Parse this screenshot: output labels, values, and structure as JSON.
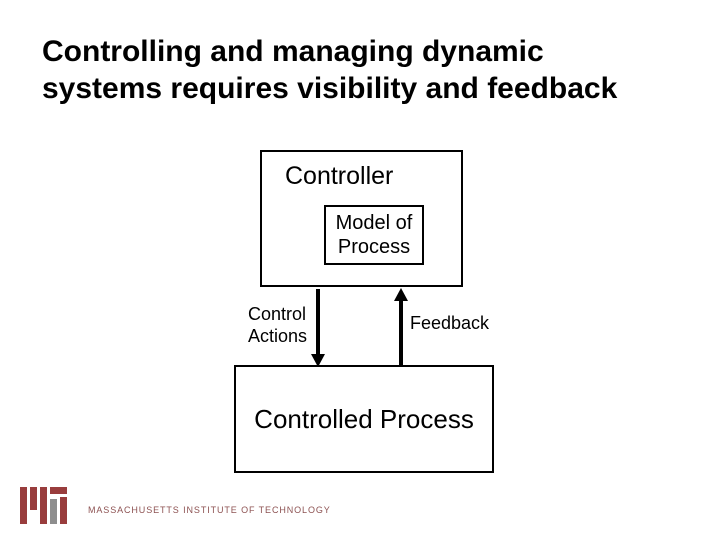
{
  "slide": {
    "title": {
      "line1": "Controlling and managing dynamic",
      "line2": "systems requires visibility and feedback"
    }
  },
  "diagram": {
    "controller": {
      "label": "Controller"
    },
    "model": {
      "line1": "Model of",
      "line2": "Process"
    },
    "control_actions": {
      "line1": "Control",
      "line2": "Actions"
    },
    "feedback": {
      "label": "Feedback"
    },
    "controlled_process": {
      "label": "Controlled Process"
    }
  },
  "footer": {
    "wordmark": "MASSACHUSETTS INSTITUTE OF TECHNOLOGY"
  },
  "colors": {
    "background": "#ffffff",
    "text": "#000000",
    "box_border": "#000000",
    "arrow": "#000000",
    "mit_maroon": "#993d3d",
    "mit_gray": "#8e8e8e",
    "wordmark": "#8d5252"
  }
}
